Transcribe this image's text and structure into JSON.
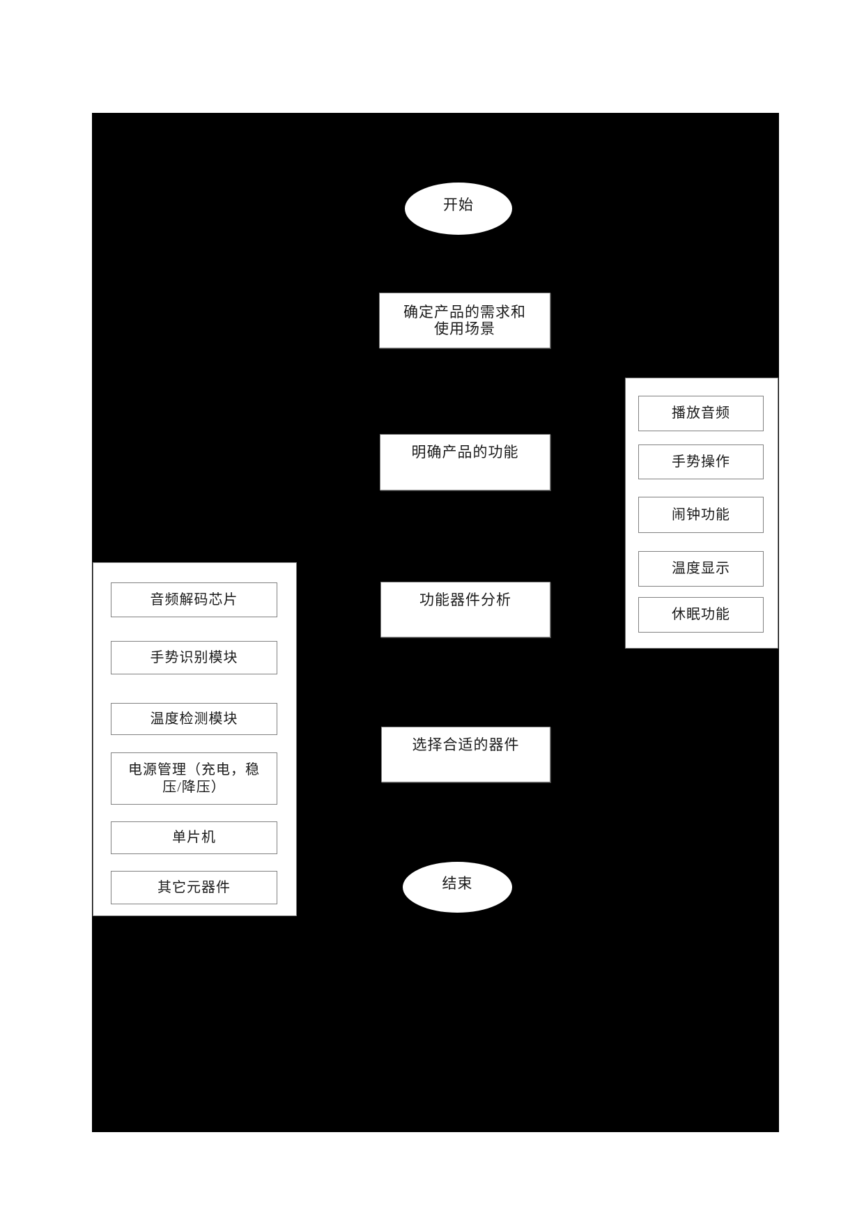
{
  "diagram": {
    "start_label": "开始",
    "end_label": "结束",
    "steps": [
      {
        "label": "确定产品的需求和\n使用场景"
      },
      {
        "label": "明确产品的功能"
      },
      {
        "label": "功能器件分析"
      },
      {
        "label": "选择合适的器件"
      }
    ],
    "functions_panel": {
      "items": [
        {
          "label": "播放音频"
        },
        {
          "label": "手势操作"
        },
        {
          "label": "闹钟功能"
        },
        {
          "label": "温度显示"
        },
        {
          "label": "休眠功能"
        }
      ]
    },
    "components_panel": {
      "items": [
        {
          "label": "音频解码芯片"
        },
        {
          "label": "手势识别模块"
        },
        {
          "label": "温度检测模块"
        },
        {
          "label": "电源管理（充电，稳\n压/降压）"
        },
        {
          "label": "单片机"
        },
        {
          "label": "其它元器件"
        }
      ]
    },
    "colors": {
      "canvas": "#000000",
      "shape_fill": "#ffffff",
      "shape_border": "#7d7d7d",
      "text": "#1a1a1a"
    }
  }
}
